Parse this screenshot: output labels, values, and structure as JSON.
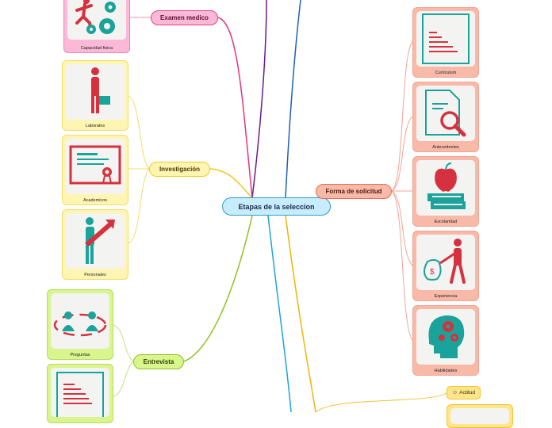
{
  "central": {
    "label": "Etapas de la seleccion"
  },
  "branches": {
    "examen_medico": {
      "label": "Examen medico",
      "cards": [
        "Capacidad fisica"
      ]
    },
    "investigacion": {
      "label": "Investigación",
      "cards": [
        "Laborales",
        "Academicos",
        "Personales"
      ]
    },
    "entrevista": {
      "label": "Entrevista",
      "cards": [
        "Preguntas"
      ]
    },
    "forma_solicitud": {
      "label": "Forma de solicitud",
      "cards": [
        "Curriculum",
        "Antecedentes",
        "Escolaridad",
        "Experiencia",
        "Habilidades"
      ]
    },
    "actitud": {
      "label": "Actitud"
    }
  },
  "colors": {
    "central_bg": "#c7ecfb",
    "central_border": "#2f9ccf",
    "examen_bg": "#fbb8d7",
    "examen_border": "#e6408a",
    "investigacion_bg": "#fff5b3",
    "investigacion_border": "#f2c81a",
    "entrevista_bg": "#d9f58e",
    "entrevista_border": "#8cc21e",
    "solicitud_bg": "#f9b9a8",
    "solicitud_border": "#e66e4f",
    "actitud_bg": "#ffe68a",
    "actitud_border": "#f1c232",
    "icon_red": "#d6313f",
    "icon_teal": "#1aa39a"
  }
}
